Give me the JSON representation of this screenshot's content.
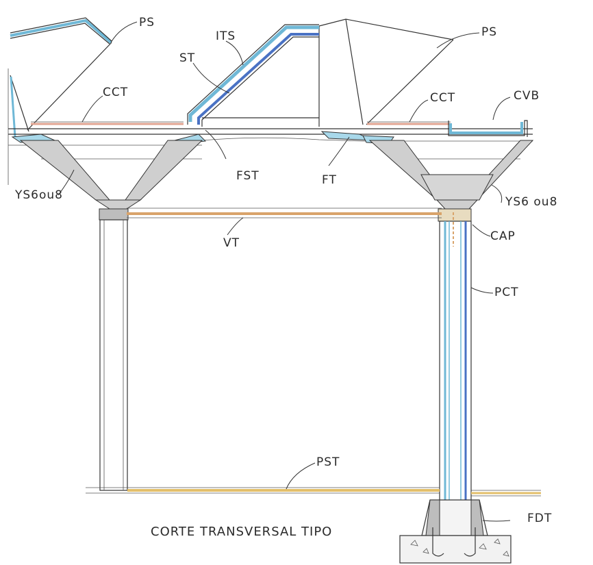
{
  "title": "CORTE TRANSVERSAL TIPO",
  "labels": {
    "ps_left": "PS",
    "ps_right": "PS",
    "its": "ITS",
    "st": "ST",
    "cct_left": "CCT",
    "cct_right": "CCT",
    "cvb": "CVB",
    "fst": "FST",
    "ft": "FT",
    "ys_left": "YS6ou8",
    "ys_right": "YS6 ou8",
    "vt": "VT",
    "cap": "CAP",
    "pct": "PCT",
    "pst": "PST",
    "fdt": "FDT"
  },
  "colors": {
    "blue": "#6fb8d6",
    "dark_blue": "#4a72c4",
    "tan": "#d9a36a",
    "salmon": "#e2a592",
    "grey": "#bdbdbd",
    "ink": "#333333"
  }
}
